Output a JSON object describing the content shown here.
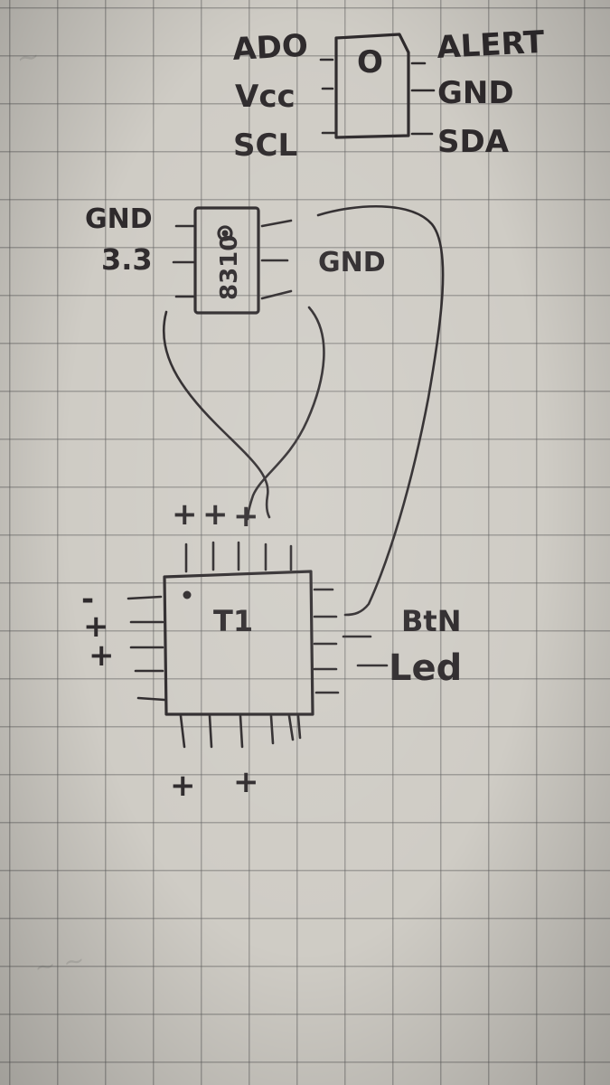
{
  "sensor": {
    "pins_left": [
      "ADO",
      "Vcc",
      "SCL"
    ],
    "pins_right": [
      "ALERT",
      "GND",
      "SDA"
    ],
    "marker": "O"
  },
  "chip_8310": {
    "part": "8310",
    "label_gnd_left": "GND",
    "label_power": "3.3",
    "label_gnd_right": "GND"
  },
  "mcu": {
    "name": "T1",
    "top_marks": [
      "+",
      "+",
      "+"
    ],
    "left_marks": [
      "-",
      "+",
      "+"
    ],
    "bottom_marks": [
      "+",
      "+"
    ],
    "right_labels": [
      "BtN",
      "Led"
    ]
  },
  "colors": {
    "paper": "#cfccc5",
    "grid": "#5f5f5f",
    "ink": "#2e2a2c"
  }
}
